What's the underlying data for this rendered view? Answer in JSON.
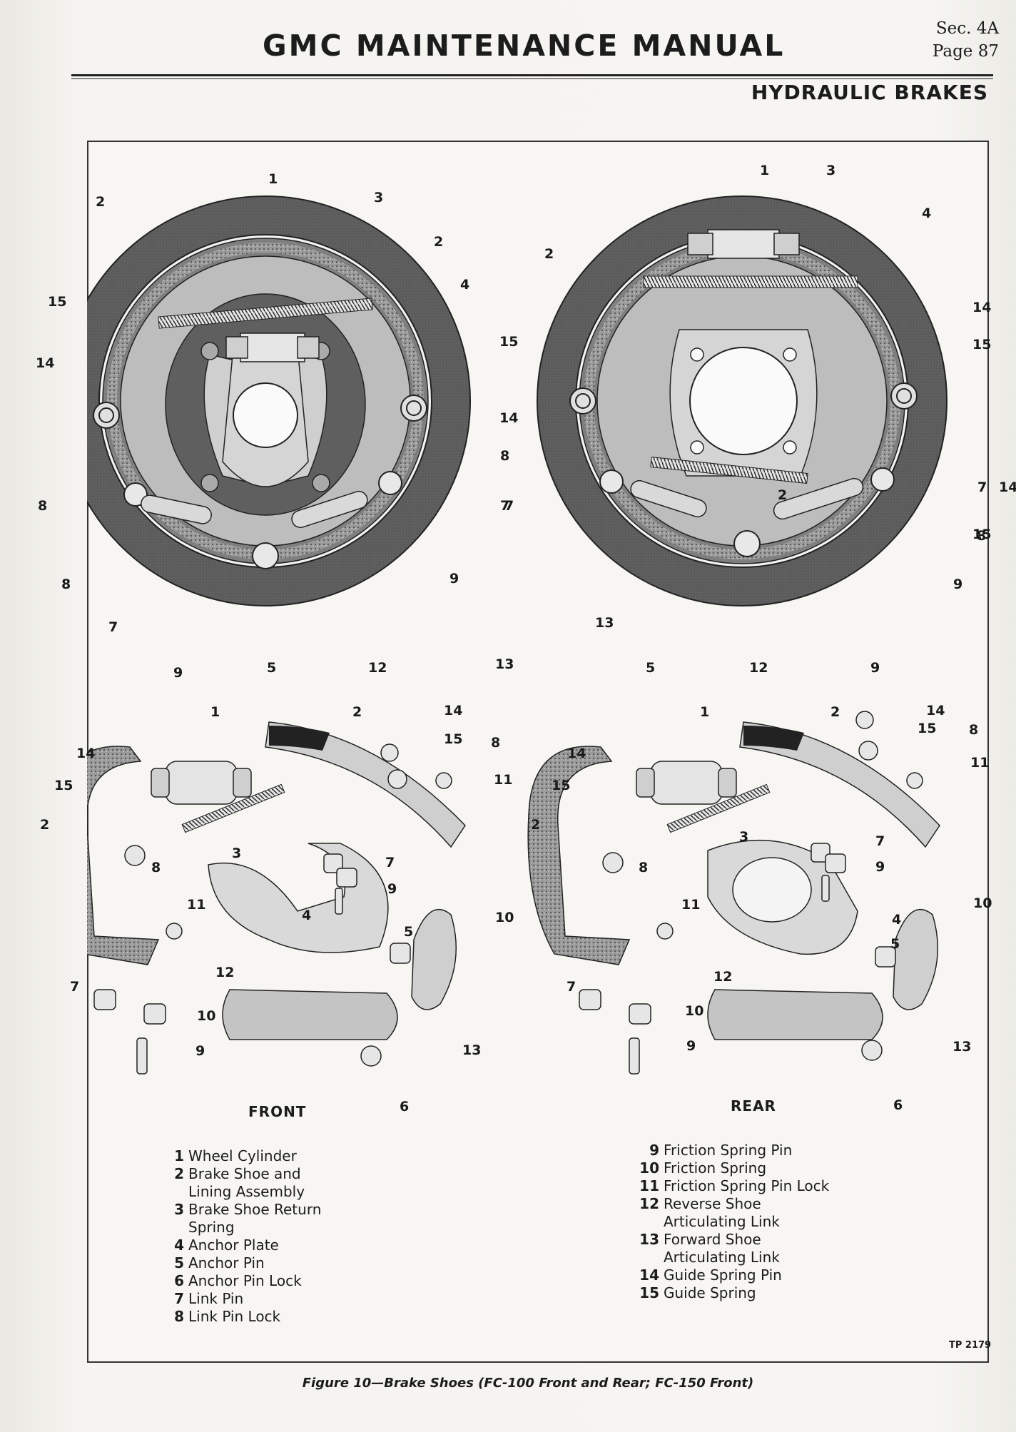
{
  "header": {
    "title": "GMC MAINTENANCE MANUAL",
    "section": "Sec. 4A",
    "page": "Page 87",
    "section_title": "HYDRAULIC BRAKES"
  },
  "figure": {
    "front_label": "FRONT",
    "rear_label": "REAR",
    "code": "TP 2179",
    "caption": "Figure 10—Brake Shoes (FC-100 Front and Rear; FC-150 Front)"
  },
  "legend": {
    "left": [
      {
        "num": "1",
        "text": "Wheel Cylinder"
      },
      {
        "num": "2",
        "text": "Brake Shoe and Lining Assembly"
      },
      {
        "num": "3",
        "text": "Brake Shoe Return Spring"
      },
      {
        "num": "4",
        "text": "Anchor Plate"
      },
      {
        "num": "5",
        "text": "Anchor Pin"
      },
      {
        "num": "6",
        "text": "Anchor Pin Lock"
      },
      {
        "num": "7",
        "text": "Link Pin"
      },
      {
        "num": "8",
        "text": "Link Pin Lock"
      }
    ],
    "right": [
      {
        "num": "9",
        "text": "Friction Spring Pin"
      },
      {
        "num": "10",
        "text": "Friction Spring"
      },
      {
        "num": "11",
        "text": "Friction Spring Pin Lock"
      },
      {
        "num": "12",
        "text": "Reverse Shoe Articulating Link"
      },
      {
        "num": "13",
        "text": "Forward Shoe Articulating Link"
      },
      {
        "num": "14",
        "text": "Guide Spring Pin"
      },
      {
        "num": "15",
        "text": "Guide Spring"
      }
    ]
  },
  "callouts": {
    "front_assembly": [
      "1",
      "2",
      "3",
      "2",
      "4",
      "15",
      "14",
      "15",
      "14",
      "8",
      "7",
      "8",
      "7",
      "9",
      "9",
      "13",
      "5",
      "12"
    ],
    "rear_assembly": [
      "1",
      "3",
      "4",
      "2",
      "2",
      "14",
      "15",
      "15",
      "14",
      "8",
      "7",
      "8",
      "7",
      "9",
      "13",
      "5",
      "12",
      "9"
    ],
    "front_exploded": [
      "1",
      "2",
      "14",
      "15",
      "8",
      "11",
      "14",
      "15",
      "2",
      "3",
      "7",
      "9",
      "10",
      "8",
      "11",
      "4",
      "5",
      "12",
      "7",
      "10",
      "9",
      "13",
      "6"
    ],
    "rear_exploded": [
      "1",
      "2",
      "14",
      "15",
      "8",
      "11",
      "14",
      "15",
      "2",
      "3",
      "7",
      "9",
      "10",
      "8",
      "11",
      "4",
      "5",
      "12",
      "7",
      "10",
      "9",
      "13",
      "6"
    ]
  },
  "colors": {
    "ink": "#1c1c1c",
    "paper": "#f4f3ef",
    "drum_dark": "#555555",
    "drum_mid": "#8a8a8a",
    "plate_light": "#c9c9c9"
  }
}
